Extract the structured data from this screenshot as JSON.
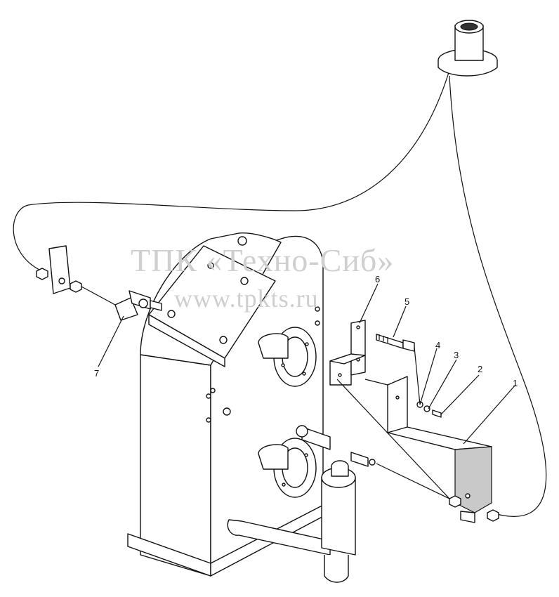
{
  "watermark": {
    "line1": "ТПК «Техно-Сиб»",
    "line2": "www.tpkts.ru"
  },
  "callouts": [
    {
      "id": "1",
      "label": "1"
    },
    {
      "id": "2",
      "label": "2"
    },
    {
      "id": "3",
      "label": "3"
    },
    {
      "id": "4",
      "label": "4"
    },
    {
      "id": "5",
      "label": "5"
    },
    {
      "id": "6",
      "label": "6"
    },
    {
      "id": "7",
      "label": "7"
    }
  ]
}
